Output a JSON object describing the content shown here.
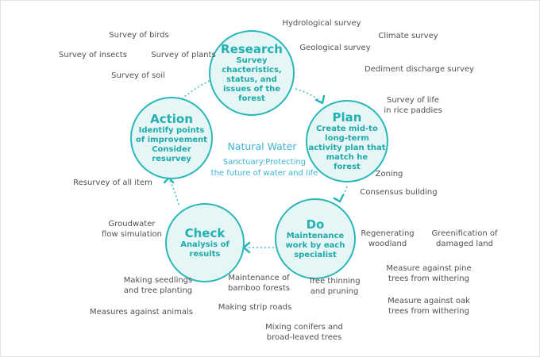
{
  "diagram": {
    "title": "Natural Water",
    "subtitle": "Sanctuary:Protecting\nthe future of water and life",
    "colors": {
      "accent": "#2ab7b8",
      "circle_fill": "#e6f6f6",
      "center_text": "#3ab4d8",
      "label_text": "#505050"
    },
    "stages": [
      {
        "id": "research",
        "title": "Research",
        "description": "Survey\nchacteristics,\nstatus, and\nissues of the\nforest"
      },
      {
        "id": "plan",
        "title": "Plan",
        "description": "Create mid-to\nlong-term\nactivity plan that\nmatch he\nforest"
      },
      {
        "id": "do",
        "title": "Do",
        "description": "Maintenance\nwork by each\nspecialist"
      },
      {
        "id": "check",
        "title": "Check",
        "description": "Analysis of\nresults"
      },
      {
        "id": "action",
        "title": "Action",
        "description": "Identify points\nof improvement\nConsider\nresurvey"
      }
    ],
    "cycle": [
      "research",
      "plan",
      "do",
      "check",
      "action",
      "research"
    ],
    "research_items": [
      "Survey of birds",
      "Survey of insects",
      "Survey of plants",
      "Survey of soil",
      "Hydrological survey",
      "Geological survey",
      "Climate survey",
      "Dediment discharge survey"
    ],
    "plan_items": [
      "Survey of life\nin rice paddies",
      "Zoning",
      "Consensus building"
    ],
    "do_items": [
      "Regenerating\nwoodland",
      "Greenification of\ndamaged land",
      "Measure against pine\ntrees from withering",
      "Measure against oak\ntrees from withering",
      "Tree thinning\nand pruning",
      "Maintenance of\nbamboo forests",
      "Making strip roads",
      "Mixing conifers and\nbroad-leaved trees"
    ],
    "check_items": [
      "Groudwater\nflow simulation",
      "Making seedlings\nand tree planting",
      "Measures against animals"
    ],
    "action_items": [
      "Resurvey of all item"
    ]
  }
}
